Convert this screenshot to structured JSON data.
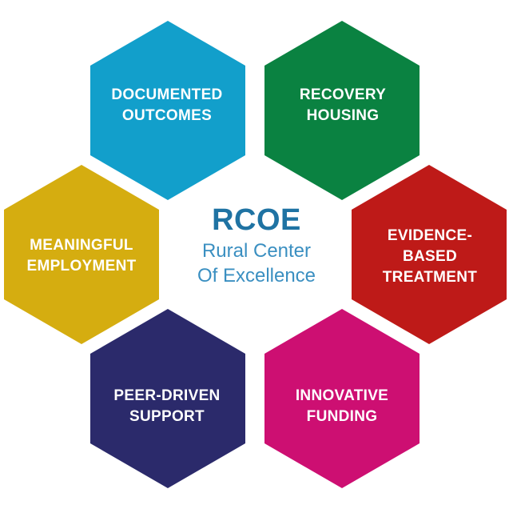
{
  "center": {
    "title": "RCOE",
    "subtitle_lines": [
      "Rural Center",
      "Of Excellence"
    ],
    "title_color": "#1f73a3",
    "subtitle_color": "#3a8fc1"
  },
  "hexagons": [
    {
      "id": "documented-outcomes",
      "color": "#129fcb",
      "lines": [
        "DOCUMENTED",
        "OUTCOMES"
      ]
    },
    {
      "id": "recovery-housing",
      "color": "#0a8241",
      "lines": [
        "RECOVERY",
        "HOUSING"
      ]
    },
    {
      "id": "evidence-based-treatment",
      "color": "#be1a18",
      "lines": [
        "EVIDENCE-",
        "BASED",
        "TREATMENT"
      ]
    },
    {
      "id": "innovative-funding",
      "color": "#cd0f72",
      "lines": [
        "INNOVATIVE",
        "FUNDING"
      ]
    },
    {
      "id": "peer-driven-support",
      "color": "#2b2a6b",
      "lines": [
        "PEER-DRIVEN",
        "SUPPORT"
      ]
    },
    {
      "id": "meaningful-employment",
      "color": "#d5ad10",
      "lines": [
        "MEANINGFUL",
        "EMPLOYMENT"
      ]
    }
  ]
}
